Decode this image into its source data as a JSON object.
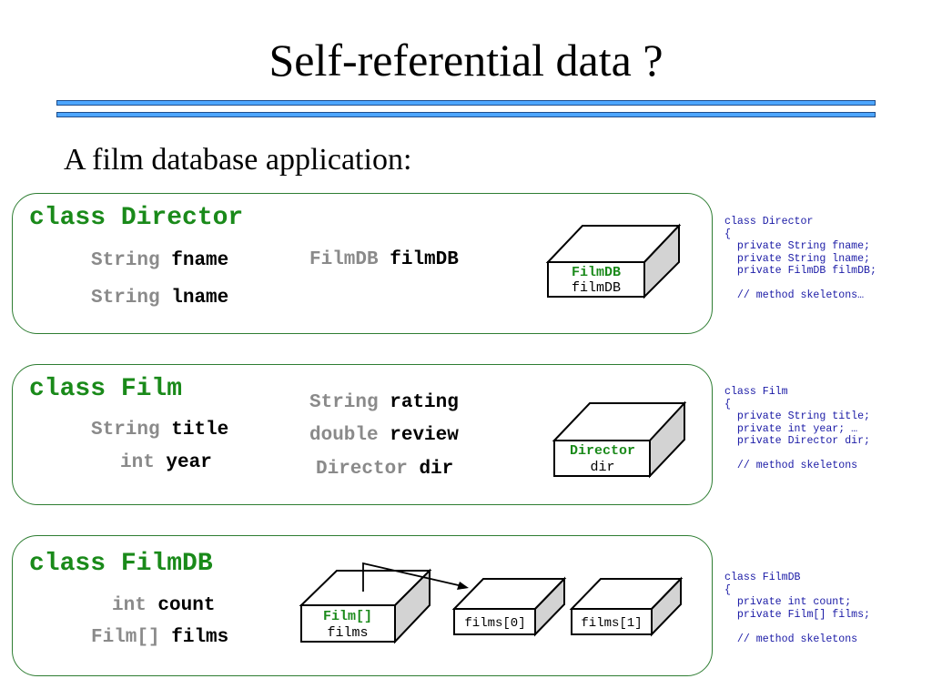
{
  "slide": {
    "title": "Self-referential data ?",
    "subtitle": "A film database application:"
  },
  "panels": [
    {
      "class_title": "class Director",
      "fields": [
        {
          "type": "String",
          "name": "fname"
        },
        {
          "type": "String",
          "name": "lname"
        },
        {
          "type": "FilmDB",
          "name": "filmDB"
        }
      ],
      "box": {
        "type": "FilmDB",
        "name": "filmDB"
      },
      "code": "class Director\n{\n  private String fname;\n  private String lname;\n  private FilmDB filmDB;\n\n  // method skeletons…"
    },
    {
      "class_title": "class Film",
      "fields": [
        {
          "type": "String",
          "name": "title"
        },
        {
          "type": "int",
          "name": "year"
        },
        {
          "type": "String",
          "name": "rating"
        },
        {
          "type": "double",
          "name": "review"
        },
        {
          "type": "Director",
          "name": "dir"
        }
      ],
      "box": {
        "type": "Director",
        "name": "dir"
      },
      "code": "class Film\n{\n  private String title;\n  private int year; …\n  private Director dir;\n\n  // method skeletons"
    },
    {
      "class_title": "class FilmDB",
      "fields": [
        {
          "type": "int",
          "name": "count"
        },
        {
          "type": "Film[]",
          "name": "films"
        }
      ],
      "box": {
        "type": "Film[]",
        "name": "films"
      },
      "array_cells": [
        "films[0]",
        "films[1]"
      ],
      "code": "class FilmDB\n{\n  private int count;\n  private Film[] films;\n\n  // method skeletons"
    }
  ],
  "colors": {
    "class_green": "#1a8a1a",
    "type_gray": "#8a8a8a",
    "code_blue": "#1a1aa6",
    "rule_blue": "#4da6ff",
    "box_side_gray": "#d3d3d3"
  }
}
